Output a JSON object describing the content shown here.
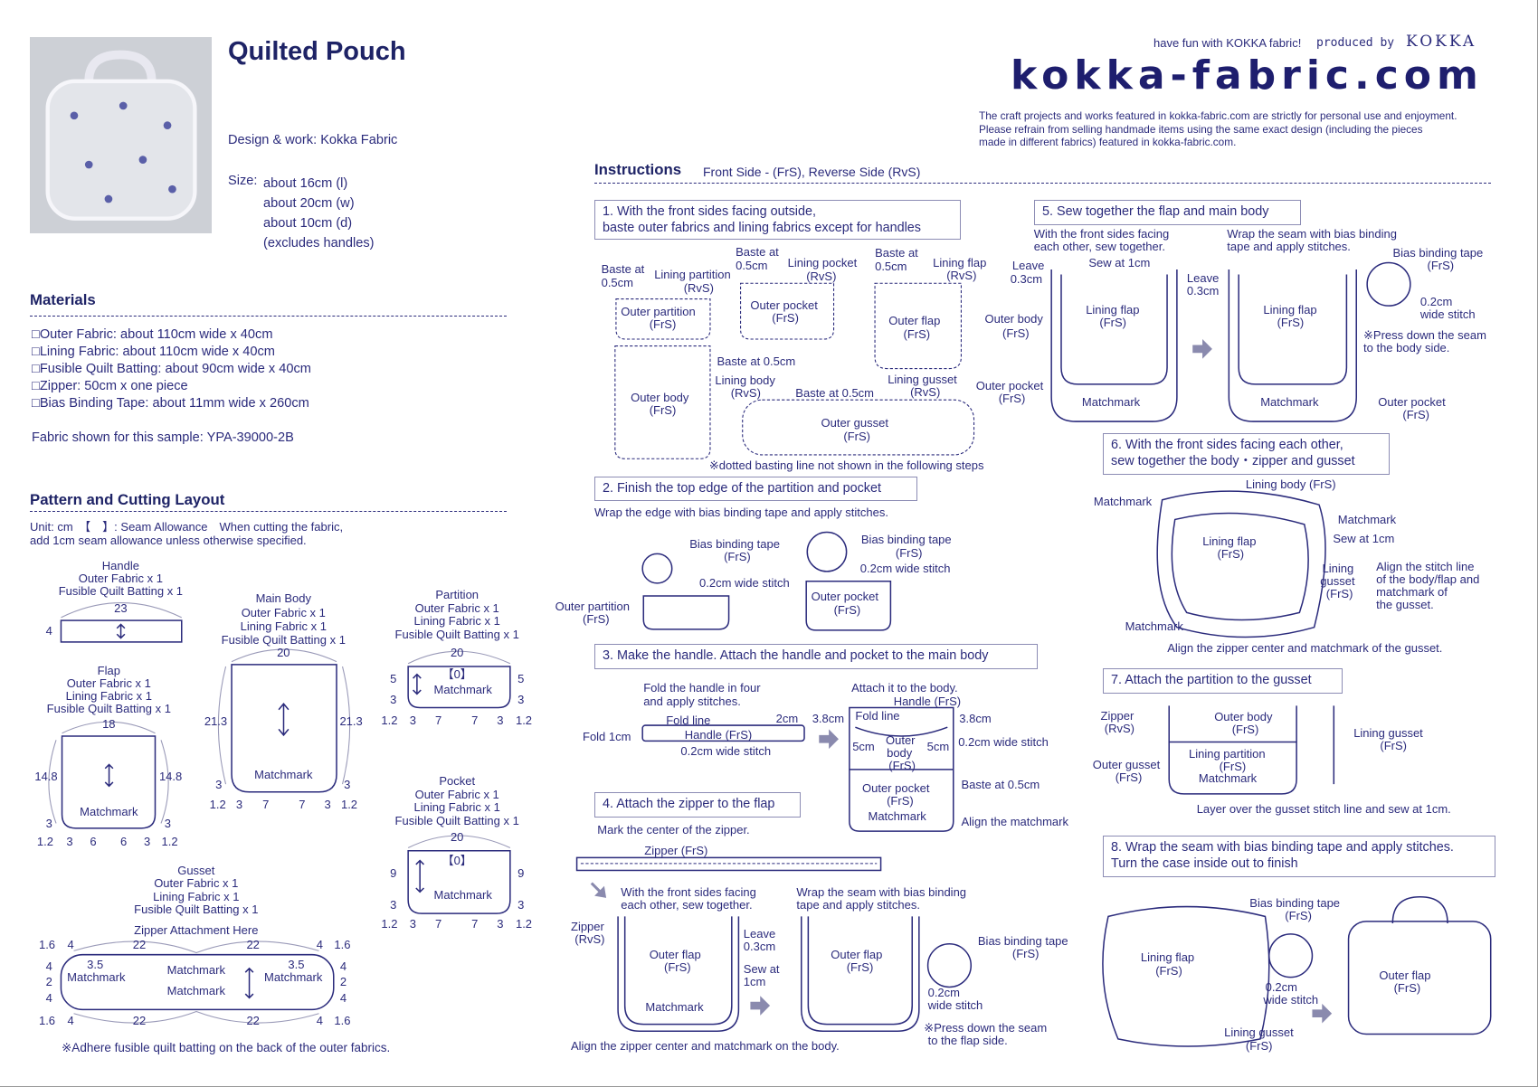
{
  "header": {
    "title": "Quilted Pouch",
    "design": "Design & work: Kokka Fabric",
    "size_label": "Size:",
    "size_lines": [
      "about 16cm (l)",
      "about 20cm (w)",
      "about 10cm (d)",
      "(excludes handles)"
    ],
    "tagline": "have fun with KOKKA fabric!",
    "produced_by": "produced by",
    "brand": "KOKKA",
    "logo": "kokka-fabric.com",
    "disclaimer": [
      "The craft projects and works featured in kokka-fabric.com are strictly for personal use and enjoyment.",
      "Please refrain from selling handmade items using the same exact design (including the pieces",
      "made in different fabrics) featured in kokka-fabric.com."
    ]
  },
  "materials": {
    "heading": "Materials",
    "items": [
      "□Outer Fabric: about 110cm wide x 40cm",
      "□Lining Fabric: about 110cm wide x 40cm",
      "□Fusible Quilt Batting: about 90cm wide x 40cm",
      "□Zipper: 50cm x one piece",
      "□Bias Binding Tape: about 11mm wide x 260cm"
    ],
    "sample": "Fabric shown for this sample: YPA-39000-2B"
  },
  "pattern": {
    "heading": "Pattern and Cutting Layout",
    "unit_lines": [
      "Unit: cm　【　】: Seam Allowance　When cutting the fabric,",
      "add 1cm seam allowance unless otherwise specified."
    ],
    "note": "※Adhere fusible quilt batting on the back of the outer fabrics.",
    "handle": {
      "title": [
        "Handle",
        "Outer Fabric x 1",
        "Fusible Quilt Batting x 1"
      ],
      "dims": [
        "23",
        "4"
      ]
    },
    "main_body": {
      "title": [
        "Main Body",
        "Outer Fabric x 1",
        "Lining Fabric x 1",
        "Fusible Quilt Batting x 1"
      ],
      "dims": [
        "20",
        "21.3",
        "21.3",
        "Matchmark",
        "3",
        "3",
        "1.2",
        "3",
        "7",
        "7",
        "3",
        "1.2"
      ]
    },
    "partition": {
      "title": [
        "Partition",
        "Outer Fabric x 1",
        "Lining Fabric x 1",
        "Fusible Quilt Batting x 1"
      ],
      "dims": [
        "20",
        "【0】",
        "Matchmark",
        "5",
        "5",
        "3",
        "3",
        "1.2",
        "3",
        "7",
        "7",
        "3",
        "1.2"
      ]
    },
    "flap": {
      "title": [
        "Flap",
        "Outer Fabric x 1",
        "Lining Fabric x 1",
        "Fusible Quilt Batting x 1"
      ],
      "dims": [
        "18",
        "14.8",
        "14.8",
        "Matchmark",
        "3",
        "3",
        "1.2",
        "3",
        "6",
        "6",
        "3",
        "1.2"
      ]
    },
    "pocket": {
      "title": [
        "Pocket",
        "Outer Fabric x 1",
        "Lining Fabric x 1",
        "Fusible Quilt Batting x 1"
      ],
      "dims": [
        "20",
        "【0】",
        "Matchmark",
        "9",
        "9",
        "3",
        "3",
        "1.2",
        "3",
        "7",
        "7",
        "3",
        "1.2"
      ]
    },
    "gusset": {
      "title": [
        "Gusset",
        "Outer Fabric x 1",
        "Lining Fabric x 1",
        "Fusible Quilt Batting x 1"
      ],
      "dims": [
        "Zipper Attachment Here",
        "1.6",
        "4",
        "22",
        "22",
        "4",
        "1.6",
        "4",
        "2",
        "4",
        "4",
        "2",
        "4",
        "3.5",
        "3.5",
        "Matchmark",
        "Matchmark",
        "Matchmark",
        "Matchmark",
        "1.6",
        "4",
        "22",
        "22",
        "4",
        "1.6"
      ]
    }
  },
  "instructions": {
    "heading": "Instructions",
    "legend": "Front Side - (FrS), Reverse Side (RvS)",
    "steps": [
      {
        "title": [
          "1. With the front sides facing outside,",
          "baste outer fabrics and lining fabrics except for handles"
        ],
        "labels": [
          "Baste at",
          "0.5cm",
          "Lining partition",
          "(RvS)",
          "Outer partition",
          "(FrS)",
          "Baste at",
          "0.5cm",
          "Lining pocket",
          "(RvS)",
          "Outer pocket",
          "(FrS)",
          "Baste at",
          "0.5cm",
          "Lining flap",
          "(RvS)",
          "Outer flap",
          "(FrS)",
          "Outer body",
          "(FrS)",
          "Baste at 0.5cm",
          "Lining body",
          "(RvS)",
          "Baste at 0.5cm",
          "Lining gusset",
          "(RvS)",
          "Outer gusset",
          "(FrS)",
          "※dotted basting line not shown in the following steps"
        ]
      },
      {
        "title": [
          "2. Finish the top edge of the partition and pocket"
        ],
        "labels": [
          "Wrap the edge with bias binding tape and apply stitches.",
          "Bias binding tape",
          "(FrS)",
          "0.2cm wide stitch",
          "Outer partition",
          "(FrS)",
          "Bias binding tape",
          "(FrS)",
          "0.2cm wide stitch",
          "Outer pocket",
          "(FrS)"
        ]
      },
      {
        "title": [
          "3. Make the handle. Attach the handle and pocket to the main body"
        ],
        "labels": [
          "Fold the handle in four",
          "and apply stitches.",
          "Fold line",
          "2cm",
          "Fold 1cm",
          "Handle (FrS)",
          "0.2cm wide stitch",
          "Attach it to the body.",
          "Handle (FrS)",
          "3.8cm",
          "Fold line",
          "3.8cm",
          "0.2cm wide stitch",
          "5cm",
          "Outer",
          "body",
          "(FrS)",
          "5cm",
          "Outer pocket",
          "(FrS)",
          "Matchmark",
          "Baste at 0.5cm",
          "Align the matchmark"
        ]
      },
      {
        "title": [
          "4. Attach the zipper to the flap"
        ],
        "labels": [
          "Mark the center of the zipper.",
          "Zipper (FrS)",
          "With the front sides facing",
          "each other, sew together.",
          "Zipper",
          "(RvS)",
          "Outer flap",
          "(FrS)",
          "Leave",
          "0.3cm",
          "Sew at",
          "1cm",
          "Matchmark",
          "Wrap the seam with bias binding",
          "tape and apply stitches.",
          "Outer flap",
          "(FrS)",
          "Bias binding tape",
          "(FrS)",
          "0.2cm",
          "wide stitch",
          "※Press down the seam",
          "to the flap side.",
          "Align the zipper center and matchmark on the body."
        ]
      },
      {
        "title": [
          "5. Sew together the flap and main body"
        ],
        "labels": [
          "With the front sides facing",
          "each other, sew together.",
          "Wrap the seam with bias binding",
          "tape and apply stitches.",
          "Leave",
          "0.3cm",
          "Sew at 1cm",
          "Leave",
          "0.3cm",
          "Outer body",
          "(FrS)",
          "Outer pocket",
          "(FrS)",
          "Lining flap",
          "(FrS)",
          "Matchmark",
          "Lining flap",
          "(FrS)",
          "Matchmark",
          "Bias binding tape",
          "(FrS)",
          "0.2cm",
          "wide stitch",
          "※Press down the seam",
          "to the body side.",
          "Outer pocket",
          "(FrS)"
        ]
      },
      {
        "title": [
          "6. With the front sides facing each other,",
          "sew together the body・zipper and gusset"
        ],
        "labels": [
          "Lining body (FrS)",
          "Matchmark",
          "Matchmark",
          "Lining flap",
          "(FrS)",
          "Sew at 1cm",
          "Lining",
          "gusset",
          "(FrS)",
          "Align the stitch line",
          "of the body/flap and",
          "matchmark of",
          "the gusset.",
          "Matchmark",
          "Align the zipper center and matchmark of the gusset."
        ]
      },
      {
        "title": [
          "7. Attach the partition to the gusset"
        ],
        "labels": [
          "Zipper",
          "(RvS)",
          "Outer body",
          "(FrS)",
          "Lining gusset",
          "(FrS)",
          "Outer gusset",
          "(FrS)",
          "Lining partition",
          "(FrS)",
          "Matchmark",
          "Layer over the gusset stitch line and sew at 1cm."
        ]
      },
      {
        "title": [
          "8. Wrap the seam with bias binding tape and apply stitches.",
          "Turn the case inside out to finish"
        ],
        "labels": [
          "Bias binding tape",
          "(FrS)",
          "Lining flap",
          "(FrS)",
          "0.2cm",
          "wide stitch",
          "Lining gusset",
          "(FrS)",
          "Outer flap",
          "(FrS)"
        ]
      }
    ]
  },
  "colors": {
    "ink": "#2b2b7c",
    "heading": "#1e2366",
    "box_border": "#8c8cb4",
    "arrow": "#8a8aae"
  }
}
